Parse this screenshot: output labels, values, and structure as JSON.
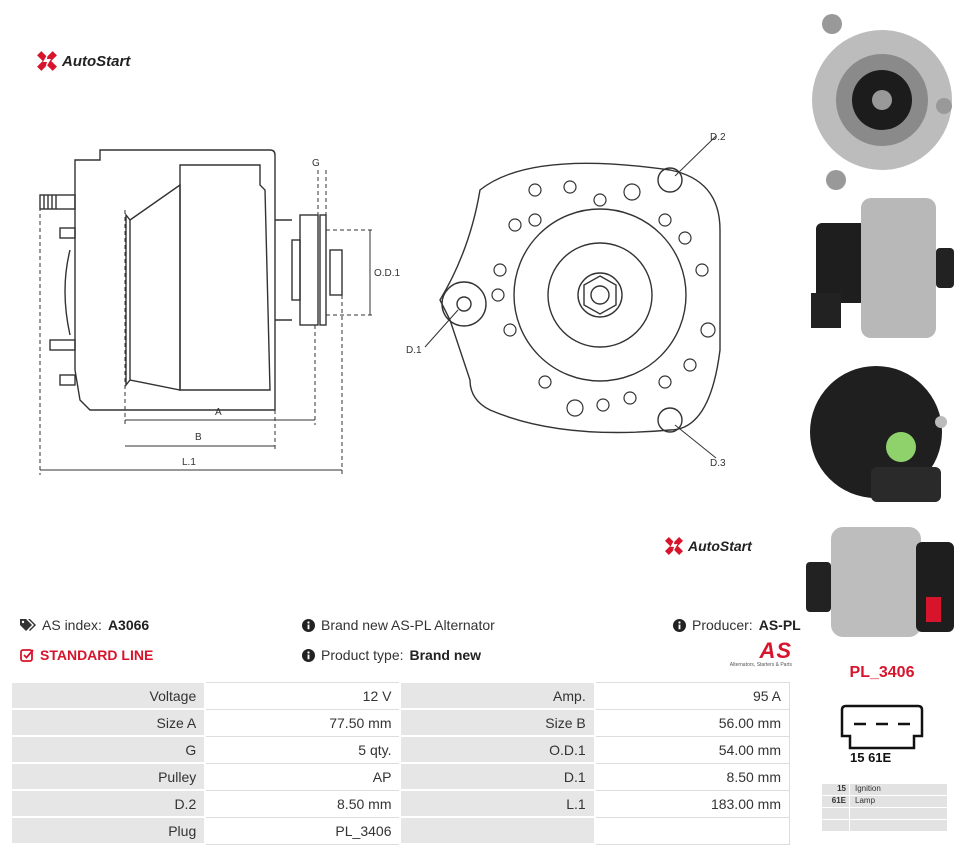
{
  "brand": {
    "name": "AutoStart"
  },
  "drawing": {
    "labels": {
      "g": "G",
      "od1": "O.D.1",
      "a": "A",
      "b": "B",
      "l1": "L.1",
      "d1": "D.1",
      "d2": "D.2",
      "d3": "D.3"
    }
  },
  "info": {
    "as_index_label": "AS index:",
    "as_index_value": "A3066",
    "line": "STANDARD LINE",
    "description": "Brand new AS-PL Alternator",
    "product_type_label": "Product type:",
    "product_type_value": "Brand new",
    "producer_label": "Producer:",
    "producer_value": "AS-PL",
    "producer_logo_text": "AS",
    "producer_tagline": "Alternators, Starters & Parts"
  },
  "specs": [
    {
      "label": "Voltage",
      "value": "12 V",
      "label2": "Amp.",
      "value2": "95 A"
    },
    {
      "label": "Size A",
      "value": "77.50 mm",
      "label2": "Size B",
      "value2": "56.00 mm"
    },
    {
      "label": "G",
      "value": "5 qty.",
      "label2": "O.D.1",
      "value2": "54.00 mm"
    },
    {
      "label": "Pulley",
      "value": "AP",
      "label2": "D.1",
      "value2": "8.50 mm"
    },
    {
      "label": "D.2",
      "value": "8.50 mm",
      "label2": "L.1",
      "value2": "183.00 mm"
    },
    {
      "label": "Plug",
      "value": "PL_3406",
      "label2": "",
      "value2": ""
    }
  ],
  "plug": {
    "title": "PL_3406",
    "pins_text": "15 61E",
    "pins": [
      {
        "pin": "15",
        "desc": "Ignition"
      },
      {
        "pin": "61E",
        "desc": "Lamp"
      },
      {
        "pin": "",
        "desc": ""
      },
      {
        "pin": "",
        "desc": ""
      }
    ]
  },
  "colors": {
    "accent": "#d7142b",
    "label_bg": "#e6e6e6"
  }
}
